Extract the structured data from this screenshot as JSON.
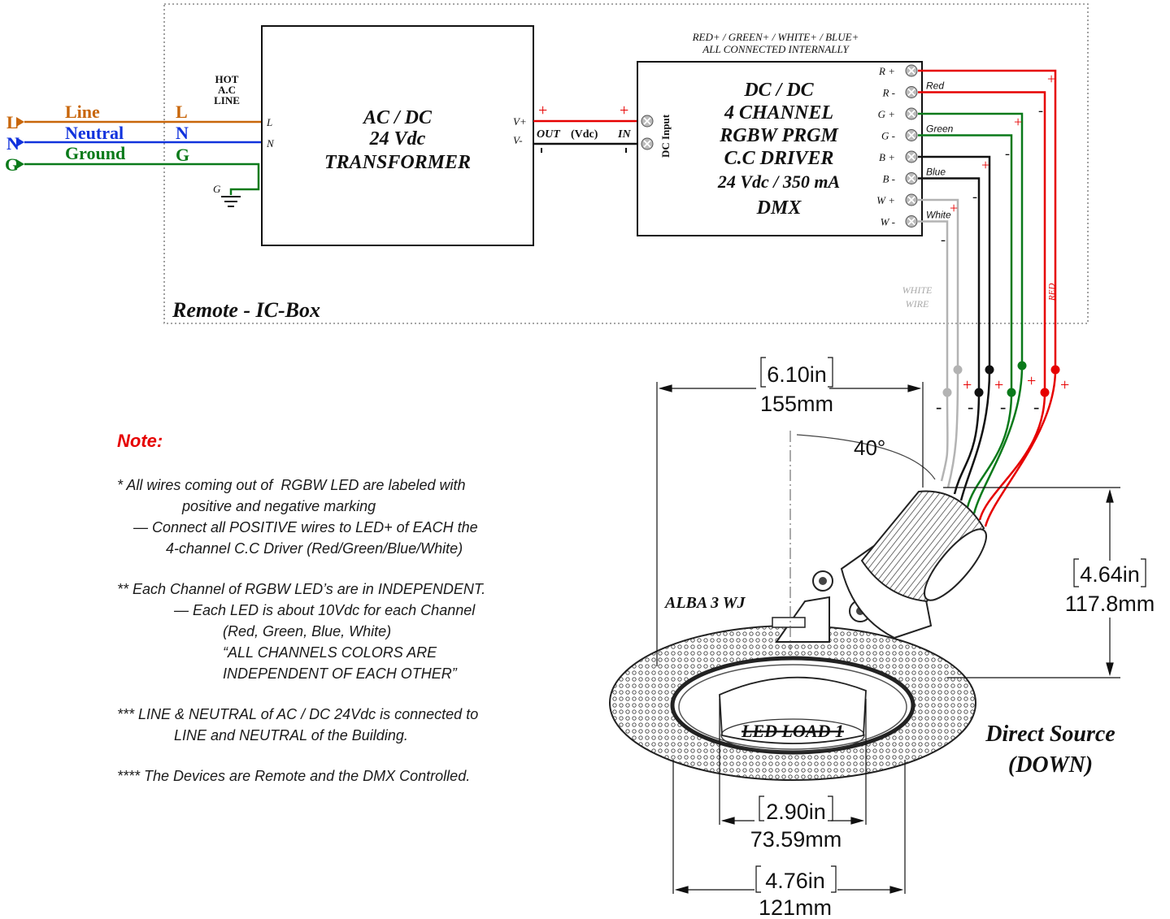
{
  "power_inputs": [
    {
      "letter": "L",
      "name": "Line",
      "terminal": "L",
      "color": "#c8660a"
    },
    {
      "letter": "N",
      "name": "Neutral",
      "terminal": "N",
      "color": "#1133dd"
    },
    {
      "letter": "G",
      "name": "Ground",
      "terminal": "G",
      "color": "#0a7a1a"
    }
  ],
  "hot_line_label": [
    "HOT",
    "A.C",
    "LINE"
  ],
  "transformer": {
    "lines": [
      "AC / DC",
      "24 Vdc",
      "TRANSFORMER"
    ],
    "in_l": "L",
    "in_n": "N",
    "ground": "G",
    "out_pos": "V+",
    "out_neg": "V-",
    "out_label": "OUT",
    "vdc_label": "(Vdc)",
    "in_label": "IN"
  },
  "driver": {
    "lines": [
      "DC / DC",
      "4 CHANNEL",
      "RGBW PRGM",
      "C.C DRIVER",
      "24 Vdc / 350 mA",
      "DMX"
    ],
    "input_label": "DC Input",
    "top_note": [
      "RED+ / GREEN+ / WHITE+ / BLUE+",
      "ALL CONNECTED  INTERNALLY"
    ],
    "terminals": [
      "R +",
      "R -",
      "G +",
      "G -",
      "B +",
      "B -",
      "W +",
      "W -"
    ],
    "wire_names": [
      "Red",
      "Green",
      "Blue",
      "White"
    ]
  },
  "box_label": "Remote - IC-Box",
  "wire_labels": {
    "white": [
      "WHITE",
      "WIRE"
    ],
    "red": "RED"
  },
  "colors": {
    "red": "#e60000",
    "green": "#0a7a1a",
    "black": "#111111",
    "grey": "#b3b3b3"
  },
  "symbols": {
    "plus": "+",
    "minus": "-"
  },
  "dimensions": {
    "top": {
      "in": "6.10in",
      "mm": "155mm"
    },
    "height": {
      "in": "4.64in",
      "mm": "117.8mm"
    },
    "aperture": {
      "in": "2.90in",
      "mm": "73.59mm"
    },
    "trim": {
      "in": "4.76in",
      "mm": "121mm"
    },
    "angle": "40°"
  },
  "fixture": {
    "model": "ALBA 3 WJ",
    "load": "LED LOAD 1",
    "source": [
      "Direct Source",
      "(DOWN)"
    ]
  },
  "notes": {
    "title": "Note:",
    "groups": [
      [
        "* All wires coming out of  RGBW LED are labeled with",
        "                positive and negative marking",
        "    — Connect all POSITIVE wires to LED+ of EACH the",
        "            4-channel C.C Driver (Red/Green/Blue/White)"
      ],
      [
        "** Each Channel of RGBW LED’s are in INDEPENDENT.",
        "              — Each LED is about 10Vdc for each Channel",
        "                          (Red, Green, Blue, White)",
        "                          “ALL CHANNELS COLORS ARE",
        "                          INDEPENDENT OF EACH OTHER”"
      ],
      [
        "*** LINE & NEUTRAL of AC / DC 24Vdc is connected to",
        "              LINE and NEUTRAL of the Building."
      ],
      [
        "**** The Devices are Remote and the DMX Controlled."
      ]
    ]
  }
}
